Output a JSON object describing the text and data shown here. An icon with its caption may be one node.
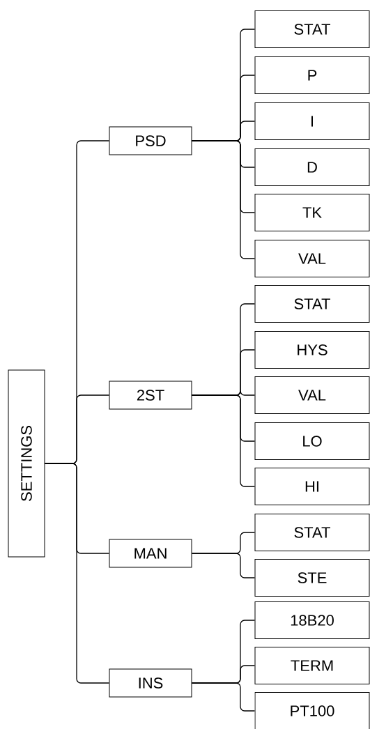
{
  "diagram": {
    "nodes": [
      {
        "text": [
          "SETTINGS"
        ]
      },
      {
        "text": [
          "PSD"
        ]
      },
      {
        "text": [
          "STAT"
        ]
      },
      {
        "text": [
          "P"
        ]
      },
      {
        "text": [
          "I"
        ]
      },
      {
        "text": [
          "D"
        ]
      },
      {
        "text": [
          "TK"
        ]
      },
      {
        "text": [
          "VAL"
        ]
      },
      {
        "text": [
          "2ST"
        ]
      },
      {
        "text": [
          "STAT"
        ]
      },
      {
        "text": [
          "HYS"
        ]
      },
      {
        "text": [
          "VAL"
        ]
      },
      {
        "text": [
          "LO"
        ]
      },
      {
        "text": [
          "HI"
        ]
      },
      {
        "text": [
          "MAN"
        ]
      },
      {
        "text": [
          "STAT"
        ]
      },
      {
        "text": [
          "STE"
        ]
      },
      {
        "text": [
          "INS"
        ]
      },
      {
        "text": [
          "18B20"
        ]
      },
      {
        "text": [
          "TERM"
        ]
      },
      {
        "text": [
          "PT100"
        ]
      }
    ],
    "edges": [
      {
        "from": 0,
        "to": 1,
        "arrow": "none"
      },
      {
        "from": 0,
        "to": 8,
        "arrow": "none"
      },
      {
        "from": 0,
        "to": 14,
        "arrow": "none"
      },
      {
        "from": 0,
        "to": 17,
        "arrow": "none"
      },
      {
        "from": 1,
        "to": 2,
        "arrow": "none"
      },
      {
        "from": 1,
        "to": 3,
        "arrow": "none"
      },
      {
        "from": 1,
        "to": 4,
        "arrow": "none"
      },
      {
        "from": 1,
        "to": 5,
        "arrow": "none"
      },
      {
        "from": 1,
        "to": 6,
        "arrow": "none"
      },
      {
        "from": 1,
        "to": 7,
        "arrow": "none"
      },
      {
        "from": 8,
        "to": 9,
        "arrow": "none"
      },
      {
        "from": 8,
        "to": 10,
        "arrow": "none"
      },
      {
        "from": 8,
        "to": 11,
        "arrow": "none"
      },
      {
        "from": 8,
        "to": 12,
        "arrow": "none"
      },
      {
        "from": 8,
        "to": 13,
        "arrow": "none"
      },
      {
        "from": 14,
        "to": 15,
        "arrow": "none"
      },
      {
        "from": 14,
        "to": 16,
        "arrow": "none"
      },
      {
        "from": 17,
        "to": 18,
        "arrow": "none"
      },
      {
        "from": 17,
        "to": 19,
        "arrow": "none"
      },
      {
        "from": 17,
        "to": 20,
        "arrow": "none"
      }
    ]
  }
}
